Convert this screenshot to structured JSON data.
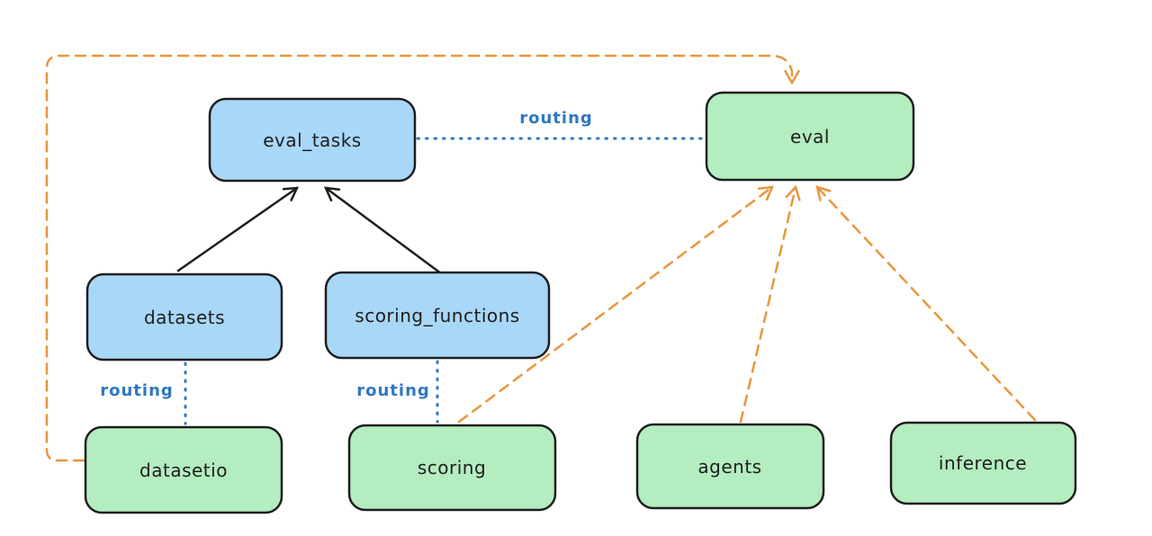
{
  "diagram": {
    "description": "Architecture diagram showing API nodes routed to provider implementations",
    "colors": {
      "api_node_fill": "#a9d7f8",
      "provider_node_fill": "#b4edbf",
      "node_stroke": "#1e1e1e",
      "routing_edge": "#2e78c2",
      "dependency_edge": "#e8963c",
      "hierarchy_edge": "#1e1e1e"
    },
    "nodes": {
      "eval_tasks": {
        "label": "eval_tasks",
        "group": "blue"
      },
      "eval": {
        "label": "eval",
        "group": "green"
      },
      "datasets": {
        "label": "datasets",
        "group": "blue"
      },
      "scoring_functions": {
        "label": "scoring_functions",
        "group": "blue"
      },
      "datasetio": {
        "label": "datasetio",
        "group": "green"
      },
      "scoring": {
        "label": "scoring",
        "group": "green"
      },
      "agents": {
        "label": "agents",
        "group": "green"
      },
      "inference": {
        "label": "inference",
        "group": "green"
      }
    },
    "edge_labels": {
      "routing_eval_tasks_eval": "routing",
      "routing_datasets_datasetio": "routing",
      "routing_scoring_functions_scoring": "routing"
    },
    "edges": [
      {
        "from": "datasets",
        "to": "eval_tasks",
        "style": "solid-black",
        "arrowhead": "end"
      },
      {
        "from": "scoring_functions",
        "to": "eval_tasks",
        "style": "solid-black",
        "arrowhead": "end"
      },
      {
        "from": "eval_tasks",
        "to": "eval",
        "style": "dotted-blue",
        "label": "routing",
        "arrowhead": "none"
      },
      {
        "from": "datasets",
        "to": "datasetio",
        "style": "dotted-blue",
        "label": "routing",
        "arrowhead": "none"
      },
      {
        "from": "scoring_functions",
        "to": "scoring",
        "style": "dotted-blue",
        "label": "routing",
        "arrowhead": "none"
      },
      {
        "from": "datasetio",
        "to": "eval",
        "style": "dashed-orange",
        "arrowhead": "end",
        "route": "around-left-and-top"
      },
      {
        "from": "scoring",
        "to": "eval",
        "style": "dashed-orange",
        "arrowhead": "end"
      },
      {
        "from": "agents",
        "to": "eval",
        "style": "dashed-orange",
        "arrowhead": "end"
      },
      {
        "from": "inference",
        "to": "eval",
        "style": "dashed-orange",
        "arrowhead": "end"
      }
    ]
  }
}
